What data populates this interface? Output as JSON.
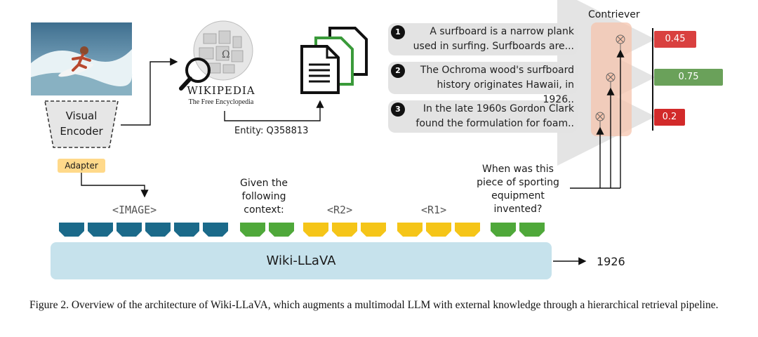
{
  "visual_encoder": {
    "label": "Visual Encoder"
  },
  "adapter": {
    "label": "Adapter"
  },
  "wikipedia": {
    "title": "WIKIPEDIA",
    "subtitle": "The Free Encyclopedia"
  },
  "entity": {
    "label": "Entity: Q358813"
  },
  "documents": [
    {
      "index": "1",
      "text": "A surfboard is a narrow plank used in surfing. Surfboards are..."
    },
    {
      "index": "2",
      "text": "The Ochroma wood's surfboard history originates Hawaii, in 1926.."
    },
    {
      "index": "3",
      "text": "In the late 1960s Gordon Clark found the formulation for foam.."
    }
  ],
  "contriever": {
    "label": "Contriever"
  },
  "scores": [
    {
      "value": "0.45",
      "color": "#d9403f"
    },
    {
      "value": "0.75",
      "color": "#6aa15a"
    },
    {
      "value": "0.2",
      "color": "#d22a2a"
    }
  ],
  "question": {
    "text": "When was this piece of sporting equipment invented?"
  },
  "context": {
    "text": "Given the following context:"
  },
  "tokens": {
    "image_label": "<IMAGE>",
    "r2_label": "<R2>",
    "r1_label": "<R1>",
    "colors": {
      "image": "#1b6a8a",
      "text": "#4fa83a",
      "retrieved": "#f5c518"
    }
  },
  "llm": {
    "label": "Wiki-LLaVA"
  },
  "output": {
    "answer": "1926"
  },
  "caption": "Figure 2. Overview of the architecture of Wiki-LLaVA, which augments a multimodal LLM with external knowledge through a hierarchical retrieval pipeline."
}
